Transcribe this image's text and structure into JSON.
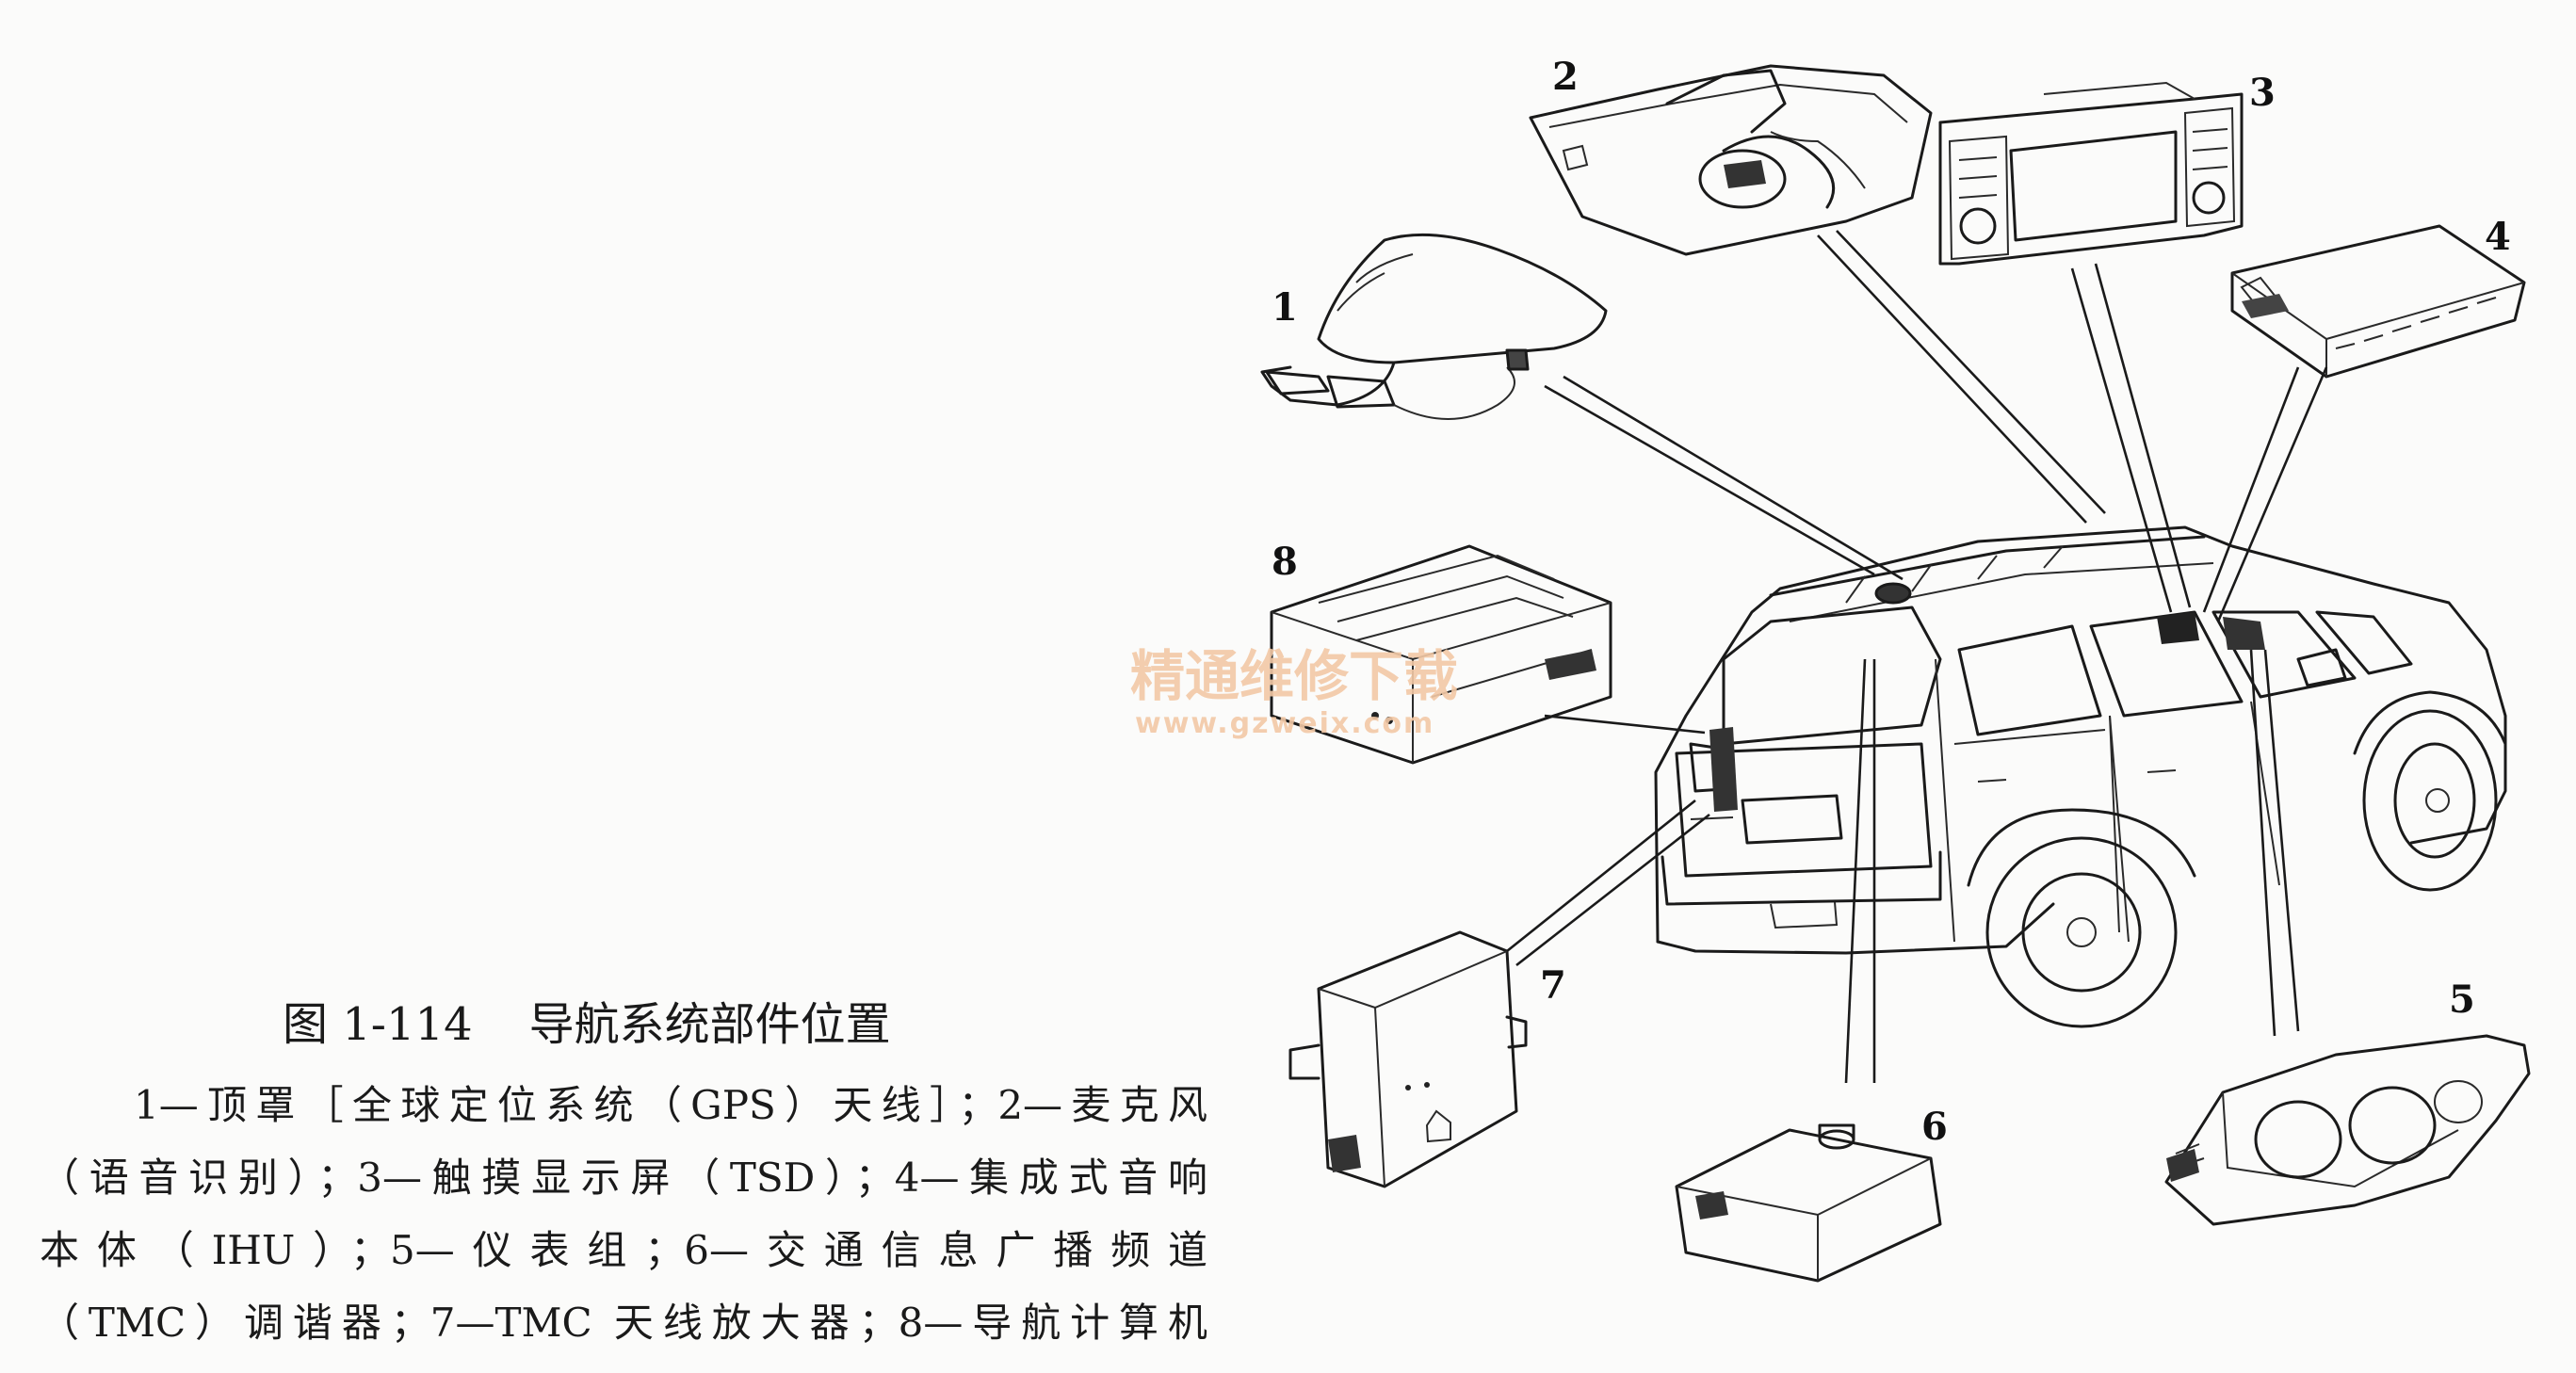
{
  "caption": {
    "figure_number": "图 1-114",
    "figure_title": "导航系统部件位置",
    "lines": [
      "1—顶罩［全球定位系统（GPS）天线］；2—麦克风",
      "（语音识别）；3—触摸显示屏（TSD）；4—集成式音响",
      "本体（IHU）；5—仪表组；6—交通信息广播频道",
      "（TMC）调谐器；7—TMC 天线放大器；8—导航计算机"
    ]
  },
  "callouts": [
    "1",
    "2",
    "3",
    "4",
    "5",
    "6",
    "7",
    "8"
  ],
  "watermark": {
    "cn": "精通维修下载",
    "url": "www.gzweix.com"
  },
  "colors": {
    "ink": "#1a1a1a",
    "paper": "#fbfbfa",
    "watermark": "#f3c9a6"
  }
}
